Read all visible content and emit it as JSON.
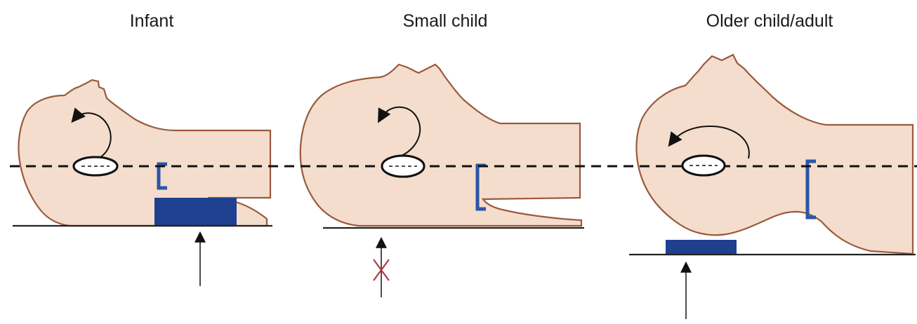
{
  "panels": [
    {
      "id": "infant",
      "title": "Infant",
      "support": "shoulder roll"
    },
    {
      "id": "small-child",
      "title": "Small child",
      "support": "none"
    },
    {
      "id": "older-child-adult",
      "title": "Older child/adult",
      "support": "head pad"
    }
  ],
  "colors": {
    "skin": "#f4ddcc",
    "outline": "#9a5a3c",
    "pad": "#1f3f8f",
    "bracket": "#2a56a6",
    "cross": "#b23a48"
  }
}
